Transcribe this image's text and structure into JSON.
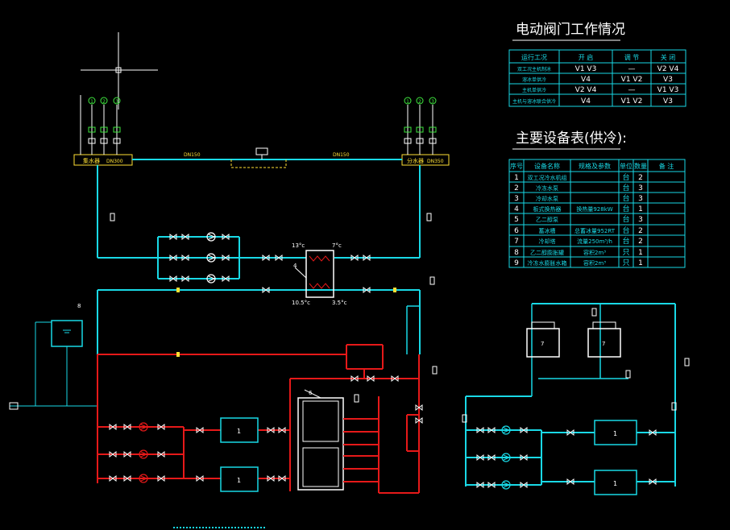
{
  "valve_table": {
    "title": "电动阀门工作情况",
    "headers": [
      "运行工况",
      "开 启",
      "调 节",
      "关 闭"
    ],
    "rows": [
      [
        "双工况主机制冰",
        "V1 V3",
        "—",
        "V2 V4"
      ],
      [
        "溶冰单供冷",
        "V4",
        "V1 V2",
        "V3"
      ],
      [
        "主机单供冷",
        "V2 V4",
        "—",
        "V1 V3"
      ],
      [
        "主机与溶冰联合供冷",
        "V4",
        "V1 V2",
        "V3"
      ]
    ]
  },
  "equip_table": {
    "title": "主要设备表(供冷):",
    "headers": [
      "序号",
      "设备名称",
      "规格及参数",
      "单位",
      "数量",
      "备 注"
    ],
    "rows": [
      [
        "1",
        "双工况冷水机组",
        "",
        "台",
        "2",
        ""
      ],
      [
        "2",
        "冷冻水泵",
        "",
        "台",
        "3",
        ""
      ],
      [
        "3",
        "冷却水泵",
        "",
        "台",
        "3",
        ""
      ],
      [
        "4",
        "板式换热器",
        "换热量928kW",
        "台",
        "1",
        ""
      ],
      [
        "5",
        "乙二醇泵",
        "",
        "台",
        "3",
        ""
      ],
      [
        "6",
        "蓄冰槽",
        "总蓄冰量952RT",
        "台",
        "2",
        ""
      ],
      [
        "7",
        "冷却塔",
        "流量250m³/h",
        "台",
        "2",
        ""
      ],
      [
        "8",
        "乙二醇膨胀罐",
        "容积2m³",
        "只",
        "1",
        ""
      ],
      [
        "9",
        "冷冻水膨胀水箱",
        "容积2m³",
        "只",
        "1",
        ""
      ]
    ]
  },
  "headers": {
    "collector": "集水器",
    "collector_size": "DN300",
    "distributor": "分水器",
    "distributor_size": "DN350",
    "bypass": "DN150",
    "bypass2": "DN150"
  },
  "hx_labels": {
    "t_in_top": "13°c",
    "t_out_top": "7°c",
    "t_in_bot": "10.5°c",
    "t_out_bot": "3.5°c",
    "hx_no": "4"
  },
  "unit_labels": {
    "chiller": "1",
    "ice_tank": "6",
    "tower": "7",
    "tank_no": "8"
  },
  "circuit_nums": [
    "1",
    "2",
    "3"
  ],
  "colors": {
    "chilled": "#19d9e6",
    "glycol": "#e61919",
    "text": "#ffffff",
    "accent_yellow": "#ffe135",
    "accent_green": "#3ee63e"
  }
}
